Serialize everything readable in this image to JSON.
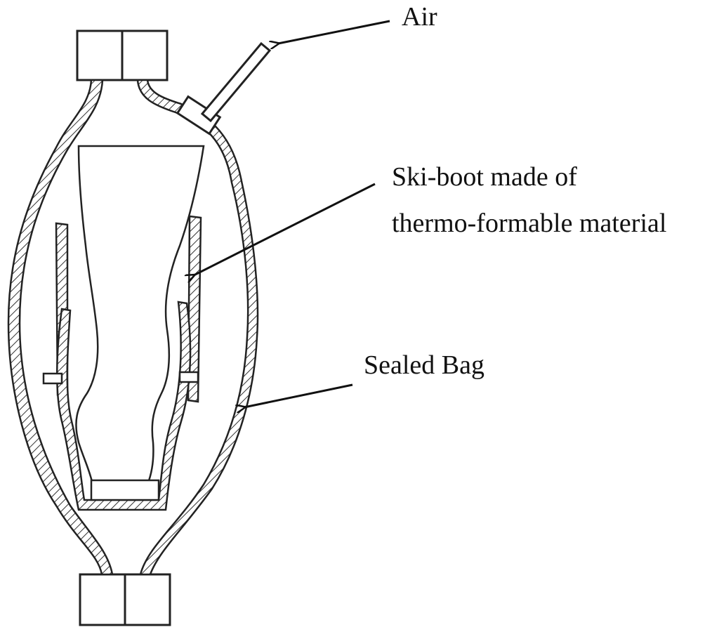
{
  "labels": {
    "air": "Air",
    "skiboot_line1": "Ski-boot made of",
    "skiboot_line2": "thermo-formable material",
    "sealed_bag": "Sealed Bag"
  }
}
